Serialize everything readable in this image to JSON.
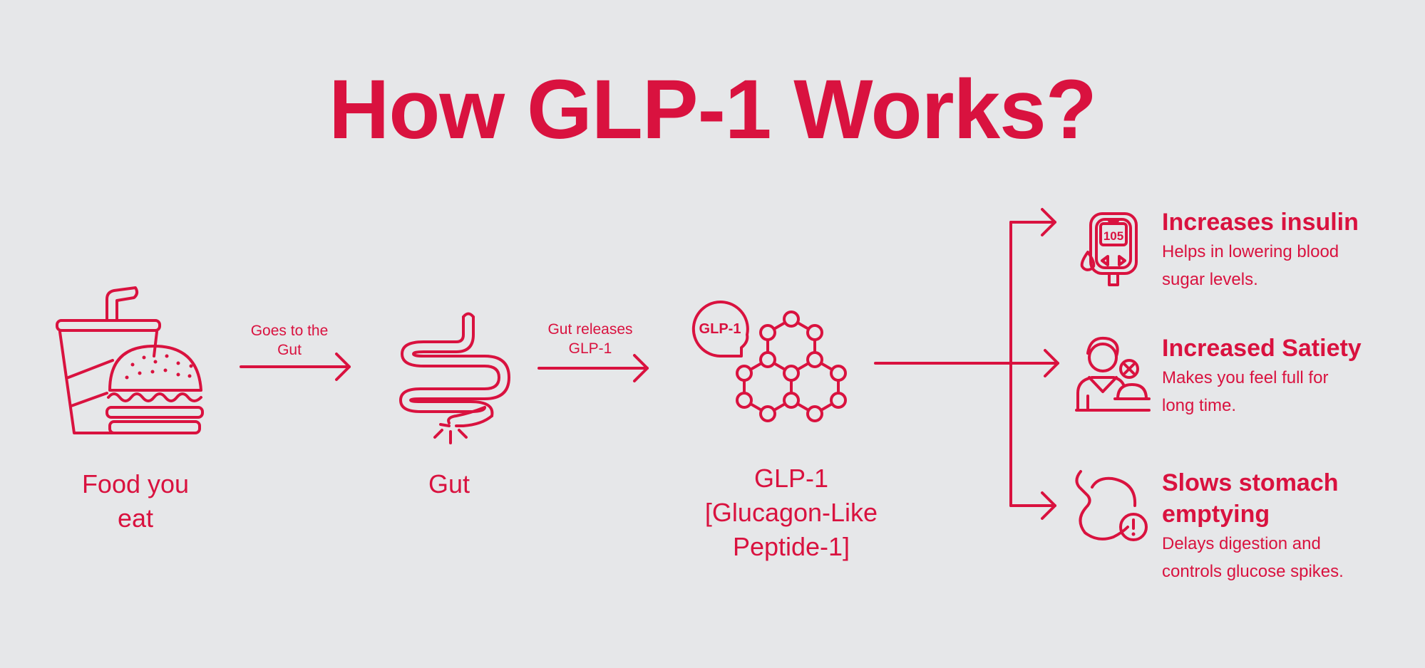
{
  "title": "How GLP-1 Works?",
  "colors": {
    "accent": "#d9123f",
    "background": "#e6e7e9"
  },
  "steps": [
    {
      "label_line1": "Food you",
      "label_line2": "eat",
      "icon": "food-drink-burger-icon"
    },
    {
      "label_line1": "Gut",
      "icon": "intestine-icon"
    },
    {
      "label_line1": "GLP-1",
      "label_line2": "[Glucagon-Like",
      "label_line3": "Peptide-1]",
      "icon": "molecule-icon",
      "bubble_text": "GLP-1"
    }
  ],
  "edges": [
    {
      "label_line1": "Goes to the",
      "label_line2": "Gut"
    },
    {
      "label_line1": "Gut releases",
      "label_line2": "GLP-1"
    }
  ],
  "outcomes": [
    {
      "title": "Increases insulin",
      "desc_line1": "Helps in lowering blood",
      "desc_line2": "sugar levels.",
      "icon": "glucometer-icon",
      "meter_reading": "105"
    },
    {
      "title": "Increased Satiety",
      "desc_line1": "Makes you feel full for",
      "desc_line2": "long time.",
      "icon": "person-full-icon"
    },
    {
      "title_line1": "Slows stomach",
      "title_line2": "emptying",
      "desc_line1": "Delays digestion and",
      "desc_line2": "controls glucose spikes.",
      "icon": "stomach-alert-icon"
    }
  ]
}
